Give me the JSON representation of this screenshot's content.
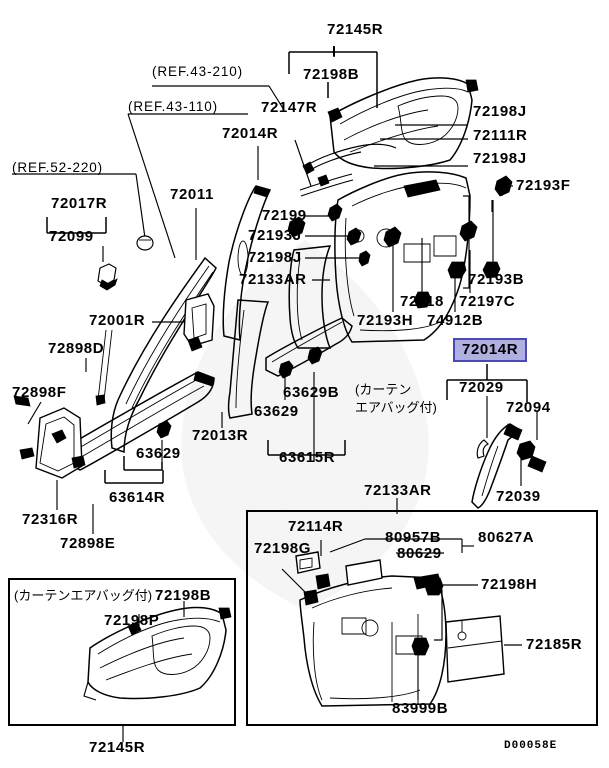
{
  "diagram": {
    "id_code": "D00058E",
    "highlighted_part": "72014R",
    "highlight_bg": "#b0b0e0",
    "highlight_border": "#4a4ab4"
  },
  "references": [
    {
      "text": "(REF.43-210)"
    },
    {
      "text": "(REF.43-110)"
    },
    {
      "text": "(REF.52-220)"
    }
  ],
  "notes": [
    {
      "text": "(カーテン\nエアバッグ付)"
    },
    {
      "text": "(カーテンエアバッグ付)"
    }
  ],
  "notes_inline": {
    "curtain_airbag_line1": "(カーテン",
    "curtain_airbag_line2": "エアバッグ付)",
    "curtain_airbag_single": "(カーテンエアバッグ付)"
  },
  "labels": {
    "l72145R_top": "72145R",
    "l72198B_top": "72198B",
    "l72198J_a": "72198J",
    "l72111R": "72111R",
    "l72198J_b": "72198J",
    "l72193F": "72193F",
    "l72193B": "72193B",
    "l72147R": "72147R",
    "l72014R_top": "72014R",
    "l72017R": "72017R",
    "l72099": "72099",
    "l72011": "72011",
    "l72199": "72199",
    "l72193J": "72193J",
    "l72198J_c": "72198J",
    "l72133AR_up": "72133AR",
    "l72001R": "72001R",
    "l72118": "72118",
    "l72197C": "72197C",
    "l72193H": "72193H",
    "l74912B": "74912B",
    "l72898D": "72898D",
    "l72898F": "72898F",
    "l63629_a": "63629",
    "l63629B": "63629B",
    "l63629_b": "63629",
    "l63615R": "63615R",
    "l72013R": "72013R",
    "l63629_c": "63629",
    "l63614R": "63614R",
    "l72316R": "72316R",
    "l72898E": "72898E",
    "l72133AR_low": "72133AR",
    "l72029": "72029",
    "l72094": "72094",
    "l72039": "72039",
    "l72198B_box": "72198B",
    "l72198P": "72198P",
    "l72145R_box": "72145R",
    "l72114R": "72114R",
    "l72198G": "72198G",
    "l80957B": "80957B",
    "l80629": "80629",
    "l80627A": "80627A",
    "l72198H": "72198H",
    "l72185R": "72185R",
    "l83999B": "83999B"
  }
}
